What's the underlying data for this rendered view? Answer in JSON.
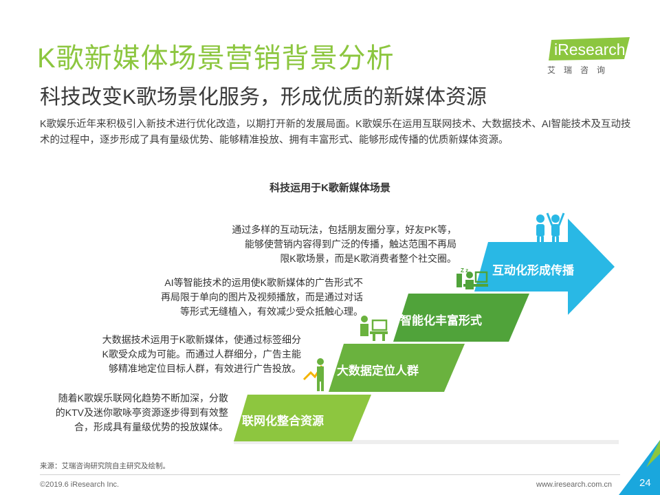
{
  "header": {
    "title": "K歌新媒体场景营销背景分析",
    "subtitle": "科技改变K歌场景化服务，形成优质的新媒体资源",
    "intro": "K歌娱乐近年来积极引入新技术进行优化改造，以期打开新的发展局面。K歌娱乐在运用互联网技术、大数据技术、AI智能技术及互动技术的过程中，逐步形成了具有量级优势、能够精准投放、拥有丰富形式、能够形成传播的优质新媒体资源。"
  },
  "logo": {
    "word": "iResearch",
    "sub": "艾瑞咨询"
  },
  "diagram": {
    "title": "科技运用于K歌新媒体场景",
    "steps": [
      {
        "label": "联网化整合资源",
        "desc": [
          "随着K歌娱乐联网化趋势不断加深，分散",
          "的KTV及迷你歌咏亭资源逐步得到有效整",
          "合，形成具有量级优势的投放媒体。"
        ],
        "color": "#8dc63f",
        "icon": "chart-figure-icon"
      },
      {
        "label": "大数据定位人群",
        "desc": [
          "大数据技术运用于K歌新媒体，使通过标签细分",
          "K歌受众成为可能。而通过人群细分，广告主能",
          "够精准地定位目标人群，有效进行广告投放。"
        ],
        "color": "#6ab23e",
        "icon": "data-analyst-icon"
      },
      {
        "label": "智能化丰富形式",
        "desc": [
          "AI等智能技术的运用使K歌新媒体的广告形式不",
          "再局限于单向的图片及视频播放，而是通过对话",
          "等形式无缝植入，有效减少受众抵触心理。"
        ],
        "color": "#50a33a",
        "icon": "robot-worker-icon"
      },
      {
        "label": "互动化形成传播",
        "desc": [
          "通过多样的互动玩法，包括朋友圈分享，好友PK等，",
          "能够使营销内容得到广泛的传播，触达范围不再局",
          "限K歌场景，而是K歌消费者整个社交圈。"
        ],
        "color": "#29b8e5",
        "icon": "people-cheering-icon"
      }
    ]
  },
  "footer": {
    "source": "来源：艾瑞咨询研究院自主研究及绘制。",
    "copyright": "©2019.6 iResearch Inc.",
    "website": "www.iresearch.com.cn",
    "page": "24"
  },
  "colors": {
    "brand_green": "#8cc63f",
    "arrow_blue": "#29b8e5",
    "corner_blue": "#1aa7dd"
  }
}
